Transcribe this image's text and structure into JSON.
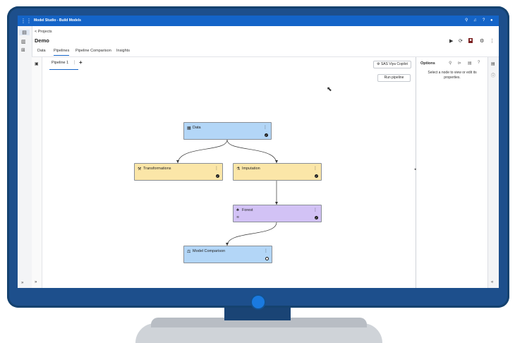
{
  "colors": {
    "bezel": "#1d4f8c",
    "accent": "#1464c8",
    "node_blue": "#b3d6f7",
    "node_yellow": "#fbe6a8",
    "node_purple": "#d2c2f5"
  },
  "topbar": {
    "title": "Model Studio - Build Models"
  },
  "breadcrumb": "< Projects",
  "project": {
    "title": "Demo"
  },
  "tabs": [
    "Data",
    "Pipelines",
    "Pipeline Comparison",
    "Insights"
  ],
  "pipeline": {
    "tab_label": "Pipeline 1",
    "add_label": "+",
    "copilot_label": "SAS Viya Copilot",
    "run_label": "Run pipeline"
  },
  "nodes": [
    {
      "id": "data",
      "label": "Data",
      "color": "blue",
      "icon": "table-icon"
    },
    {
      "id": "transformations",
      "label": "Transformations",
      "color": "yellow",
      "icon": "transform-icon"
    },
    {
      "id": "imputation",
      "label": "Imputation",
      "color": "yellow",
      "icon": "imputation-icon"
    },
    {
      "id": "forest",
      "label": "Forest",
      "color": "purple",
      "icon": "forest-icon"
    },
    {
      "id": "model-comparison",
      "label": "Model Comparison",
      "color": "blue",
      "icon": "comparison-icon"
    }
  ],
  "options": {
    "title": "Options",
    "message": "Select a node to view or edit its properties."
  },
  "icons": [
    "grid-icon",
    "search-icon",
    "bell-icon",
    "help-icon",
    "user-icon",
    "play-icon",
    "refresh-icon",
    "stop-icon",
    "settings-icon",
    "more-icon",
    "cursor-icon"
  ]
}
